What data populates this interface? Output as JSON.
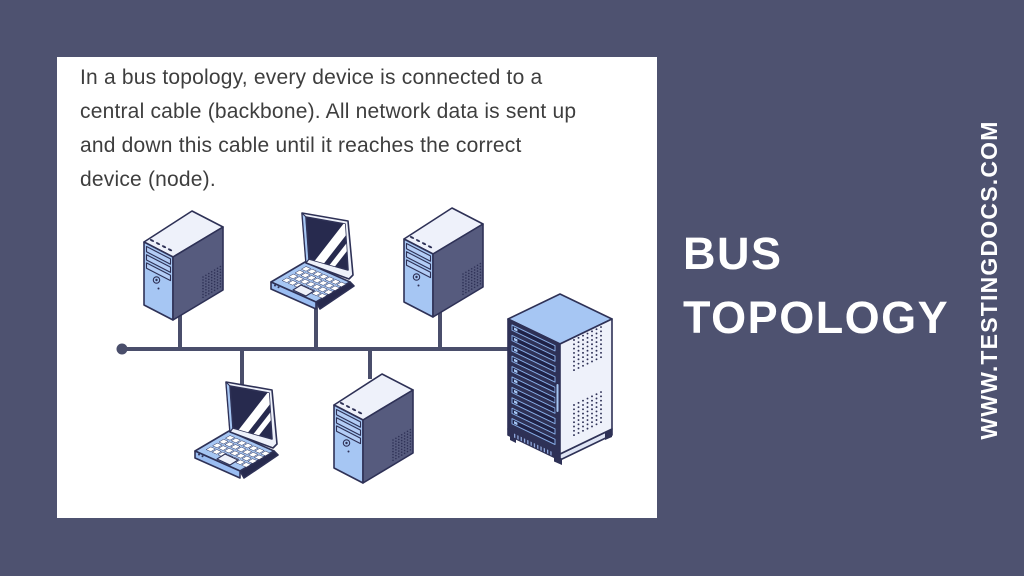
{
  "colors": {
    "bg": "#4e5270",
    "card": "#ffffff",
    "text": "#3e3e3e",
    "navy": "#2e3156",
    "blue": "#a6c6f3",
    "blue2": "#9abdf2",
    "bay": "#b3cdf6",
    "pale": "#eef1fa",
    "pale2": "#dfe5f5",
    "dark-side": "#565b7e",
    "screen": "#272a4e",
    "cable": "#4a4e6b",
    "slot": "#1f2247",
    "title": "#ffffff"
  },
  "card": {
    "description_lines": [
      "In a bus topology, every device is connected to a",
      "central cable (backbone). All network data is sent up",
      "and down this cable until it reaches the correct",
      "device (node)."
    ]
  },
  "title": {
    "line1": "BUS",
    "line2": "TOPOLOGY"
  },
  "watermark": {
    "text": "WWW.TESTINGDOCS.COM"
  },
  "diagram": {
    "type": "bus-topology",
    "bus_cable": "backbone",
    "nodes": [
      {
        "type": "desktop-tower",
        "position": "top-left"
      },
      {
        "type": "laptop",
        "position": "top-center"
      },
      {
        "type": "desktop-tower",
        "position": "top-right"
      },
      {
        "type": "laptop",
        "position": "bottom-left"
      },
      {
        "type": "desktop-tower",
        "position": "bottom-center"
      },
      {
        "type": "server-rack",
        "position": "right"
      }
    ]
  }
}
